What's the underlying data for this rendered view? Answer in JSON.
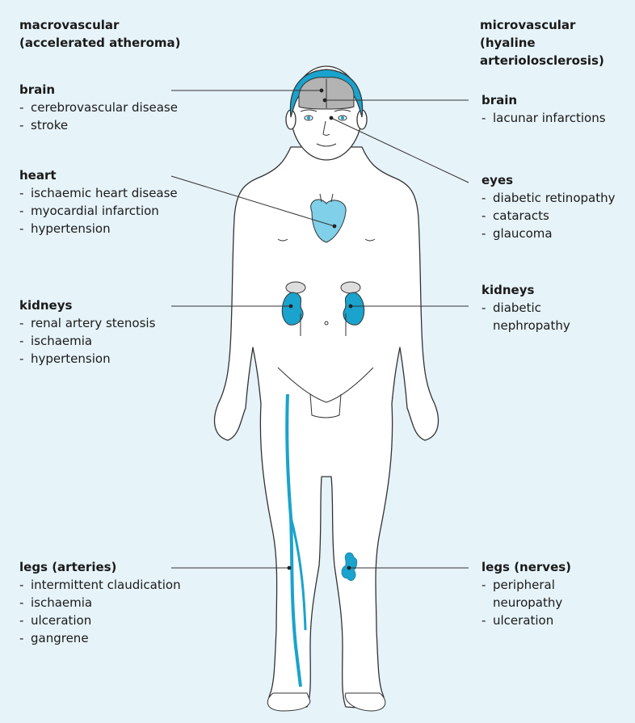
{
  "headers": {
    "macro": [
      "macrovascular",
      "(accelerated atheroma)"
    ],
    "micro": [
      "microvascular",
      "(hyaline",
      "arteriolosclerosis)"
    ]
  },
  "left_groups": {
    "brain": {
      "title": "brain",
      "items": [
        "cerebrovascular disease",
        "stroke"
      ]
    },
    "heart": {
      "title": "heart",
      "items": [
        "ischaemic heart disease",
        "myocardial infarction",
        "hypertension"
      ]
    },
    "kidneys": {
      "title": "kidneys",
      "items": [
        "renal artery stenosis",
        "ischaemia",
        "hypertension"
      ]
    },
    "legs": {
      "title": "legs (arteries)",
      "items": [
        "intermittent claudication",
        "ischaemia",
        "ulceration",
        "gangrene"
      ]
    }
  },
  "right_groups": {
    "brain": {
      "title": "brain",
      "items": [
        "lacunar infarctions"
      ]
    },
    "eyes": {
      "title": "eyes",
      "items": [
        "diabetic retinopathy",
        "cataracts",
        "glaucoma"
      ]
    },
    "kidneys": {
      "title": "kidneys",
      "items": [
        "diabetic",
        "nephropathy"
      ]
    },
    "legs": {
      "title": "legs (nerves)",
      "items": [
        "peripheral",
        "neuropathy",
        "ulceration"
      ]
    }
  },
  "bullet": "-",
  "colors": {
    "background": "#e6f3f9",
    "organ": "#1aa3cc",
    "organ_light": "#7fd0e8",
    "brain_grey": "#b3b3b3",
    "outline": "#333333"
  }
}
